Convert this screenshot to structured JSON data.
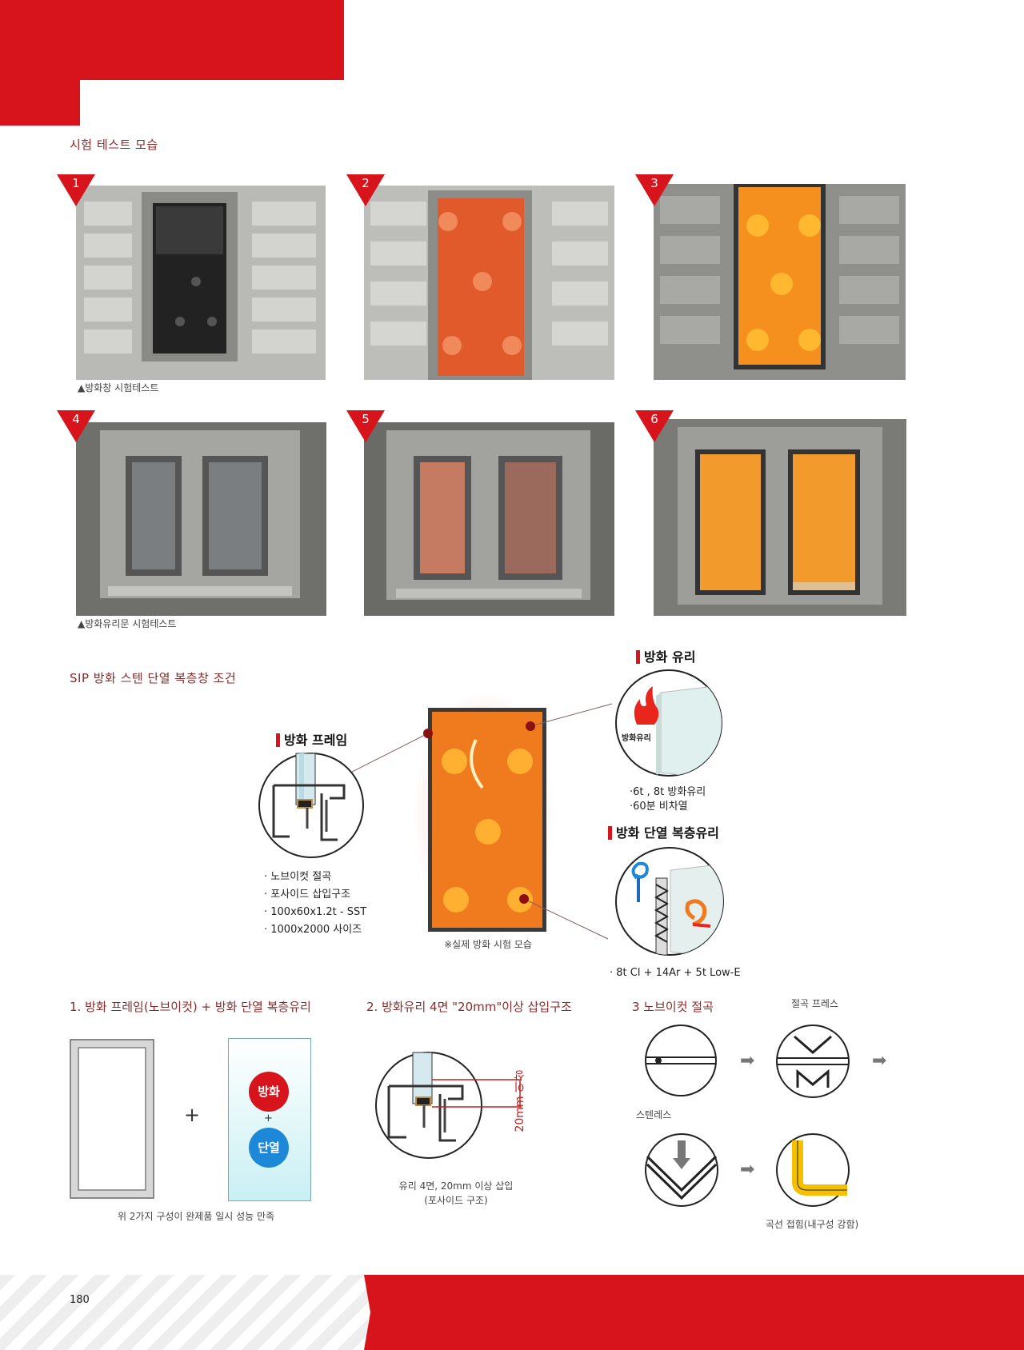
{
  "header": {
    "section1_title": "시험 테스트 모습",
    "section2_title": "SIP 방화 스텐 단열 복층창 조건"
  },
  "photos": [
    {
      "number": "1"
    },
    {
      "number": "2"
    },
    {
      "number": "3"
    },
    {
      "number": "4"
    },
    {
      "number": "5"
    },
    {
      "number": "6"
    }
  ],
  "captions": {
    "row1": "▲방화창 시험테스트",
    "row2": "▲방화유리문 시험테스트"
  },
  "diagram": {
    "frame_heading": "방화 프레임",
    "frame_bullets": [
      "· 노브이컷 절곡",
      "· 포사이드 삽입구조",
      "· 100x60x1.2t - SST",
      "· 1000x2000 사이즈"
    ],
    "photo_caption": "※실제 방화 시험 모습",
    "glass_heading": "방화 유리",
    "glass_icon_label": "방화유리",
    "glass_bullets": [
      "·6t , 8t 방화유리",
      "·60분 비차열"
    ],
    "double_heading": "방화 단열 복층유리",
    "double_bullet": "· 8t Cl + 14Ar + 5t Low-E"
  },
  "bottom": {
    "item1_title": "1. 방화 프레임(노브이컷) + 방화 단열 복층유리",
    "item1_badge_top": "방화",
    "item1_badge_plus": "+",
    "item1_badge_bottom": "단열",
    "item1_plus": "+",
    "item1_note": "위 2가지 구성이 완제품 일시 성능 만족",
    "item2_title": "2. 방화유리 4면 \"20mm\"이상 삽입구조",
    "item2_dim": "20mm 이상",
    "item2_note_line1": "유리 4면, 20mm 이상 삽입",
    "item2_note_line2": "(포사이드 구조)",
    "item3_title": "3 노브이컷 절곡",
    "item3_press": "절곡 프레스",
    "item3_stainless": "스텐레스",
    "item3_note": "곡선 접힘(내구성 강함)"
  },
  "footer": {
    "page_number": "180"
  },
  "colors": {
    "brand_red": "#d7141b",
    "title_brown": "#8b2a2a",
    "fire_orange": "#f07a1e",
    "badge_blue": "#1e88d8"
  }
}
